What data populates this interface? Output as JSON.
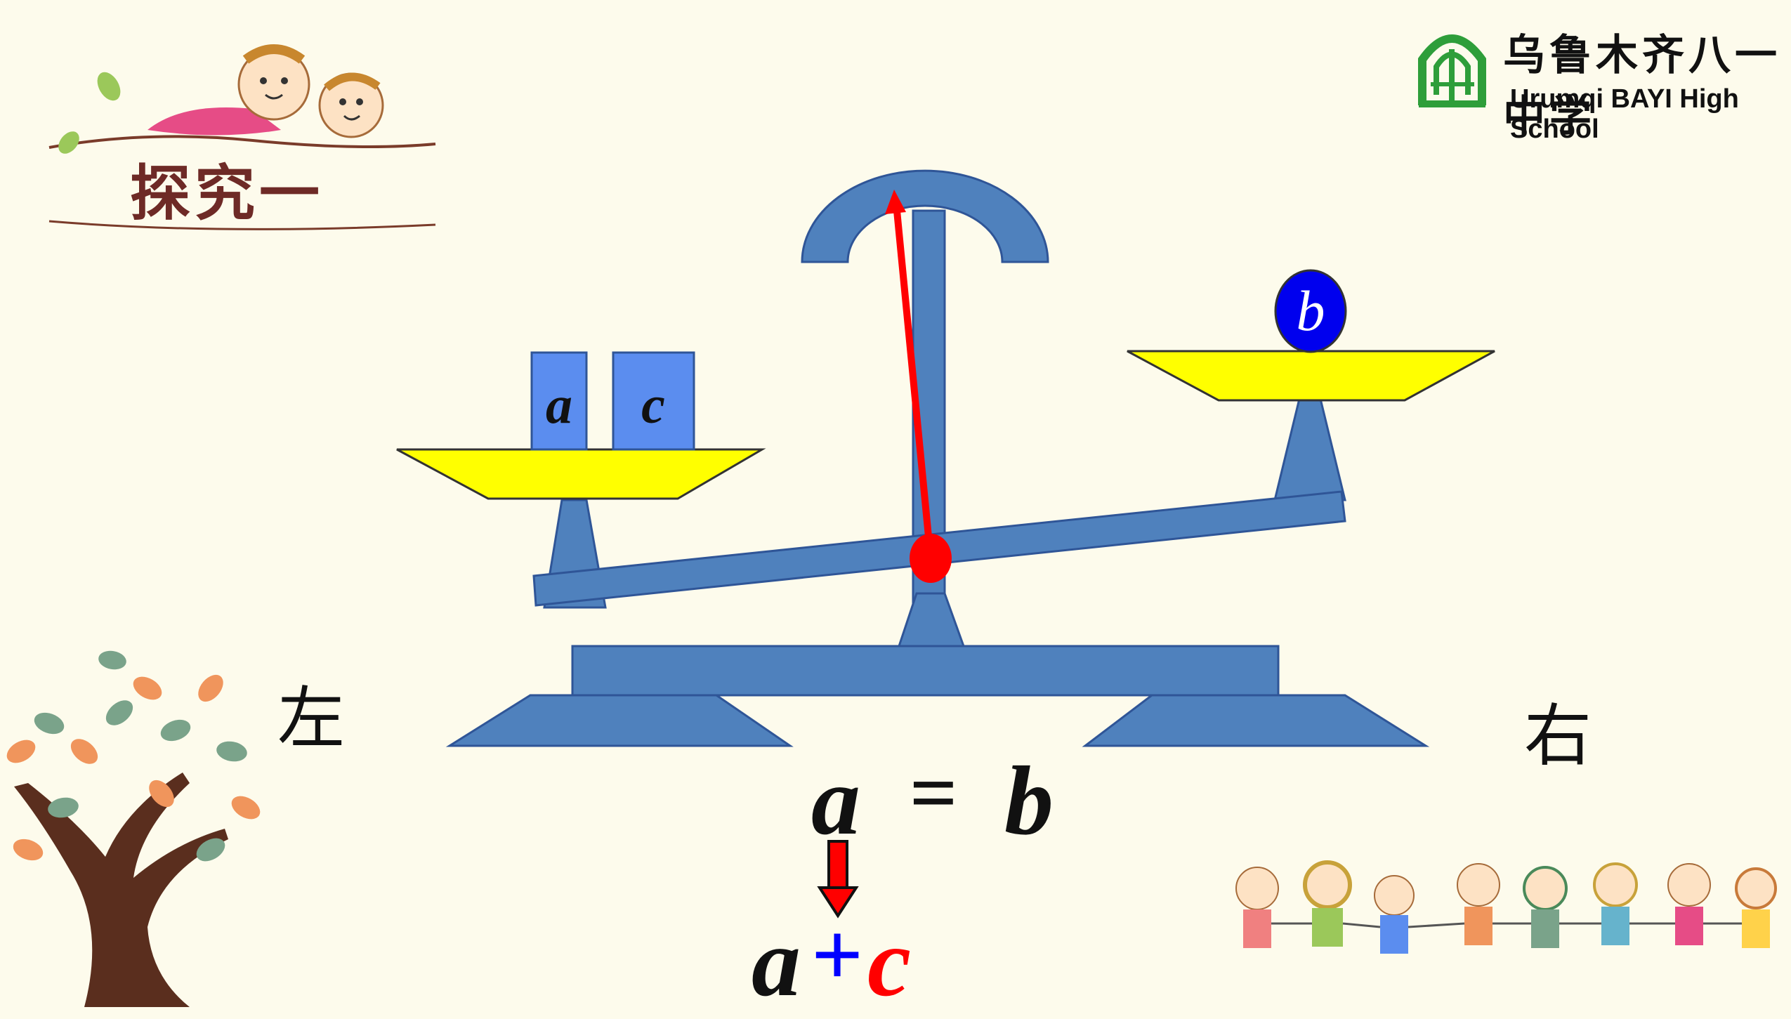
{
  "header": {
    "title": "探究一",
    "school_name_cn": "乌鲁木齐八一中学",
    "school_name_en": "Urumqi BAYI High School"
  },
  "scale": {
    "left_pan_blocks": [
      "a",
      "c"
    ],
    "right_pan_ball": "b"
  },
  "labels": {
    "left": "左",
    "right": "右"
  },
  "equation": {
    "lhs": "a",
    "sign": "=",
    "rhs": "b"
  },
  "expression": {
    "first": "a",
    "plus": "+",
    "second": "c"
  },
  "colors": {
    "background": "#fdfbec",
    "scale_blue": "#4f81bd",
    "pan_yellow": "#ffff00",
    "block_blue": "#5b8def",
    "pointer_red": "#ff0000",
    "plus_blue": "#0000ff",
    "logo_green": "#2e9e3a",
    "title_brown": "#6e2a26"
  }
}
